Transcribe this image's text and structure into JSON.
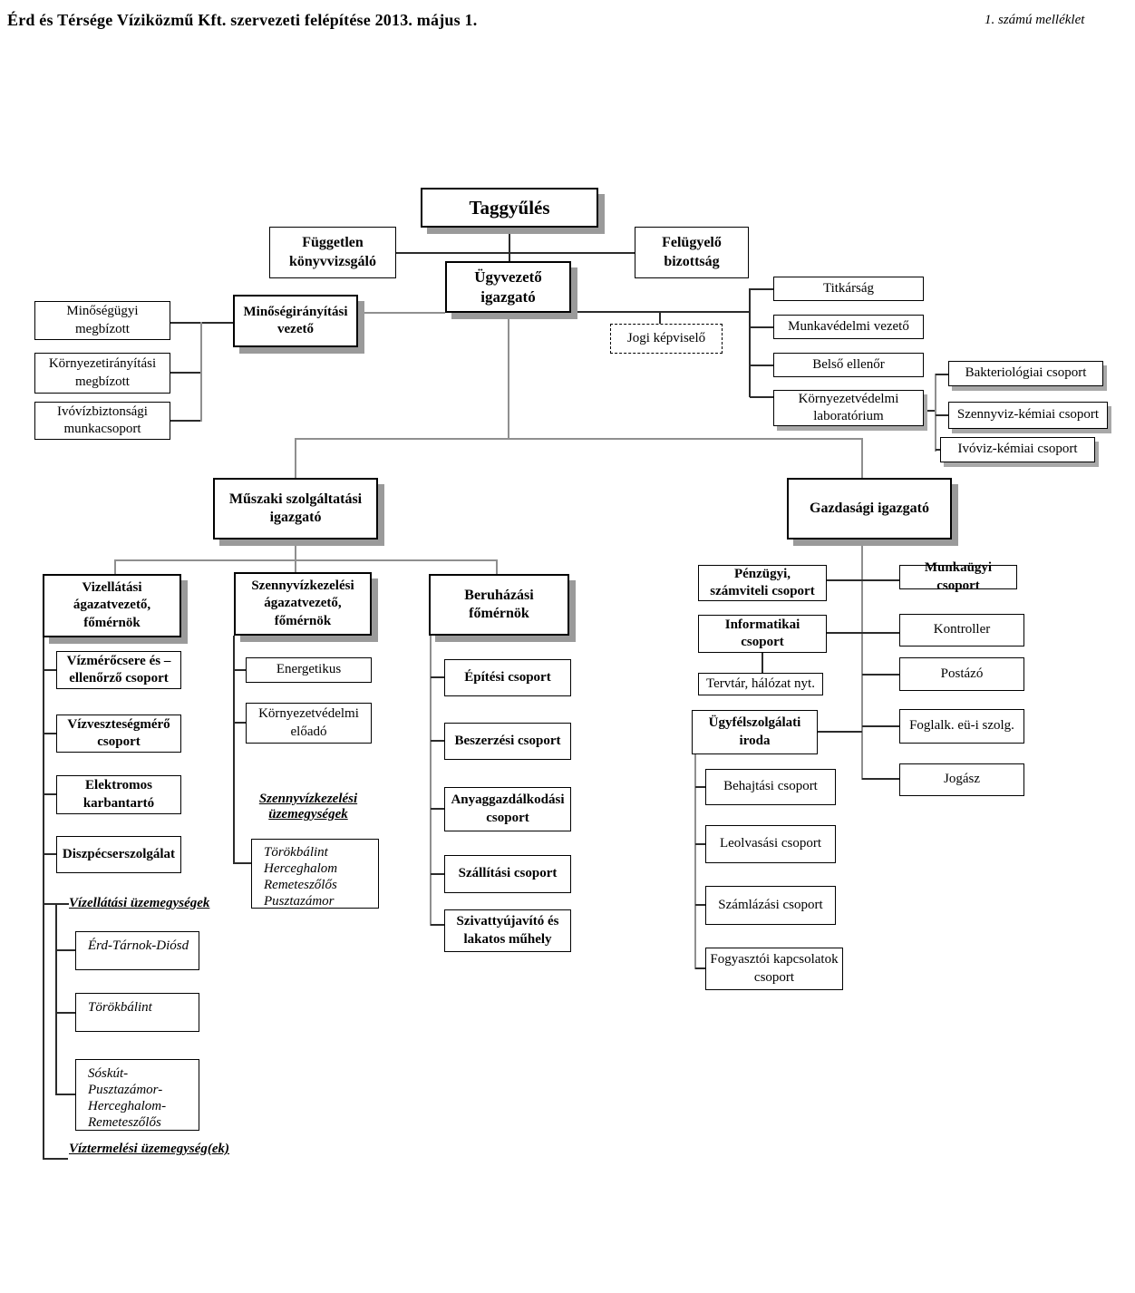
{
  "page": {
    "title": "Érd és Térsége Víziközmű Kft. szervezeti felépítése 2013. május 1.",
    "annex": "1. számú melléklet"
  },
  "colors": {
    "box_border": "#000000",
    "box_shadow": "#9a9a9a",
    "line_dark": "#2b2b2b",
    "line_gray": "#8f8f8f",
    "background": "#ffffff"
  },
  "nodes": {
    "taggyules": "Taggyűlés",
    "fuggetlen_konyvvizsgalo": "Független\nkönyvvizsgáló",
    "felugyelo_bizottsag": "Felügyelő\nbizottság",
    "ugyvezeto_igazgato": "Ügyvezető\nigazgató",
    "minosegiranyitasi_vezeto": "Minőségirányítási\nvezető",
    "minosegugyi_megbizott": "Minőségügyi\nmegbízott",
    "kornyezetiranyitasi_megbizott": "Környezetirányítási\nmegbízott",
    "ivovizbiztonsagi_munkacsoport": "Ivóvízbiztonsági\nmunkacsoport",
    "jogi_kepviselo": "Jogi képviselő",
    "titkarsag": "Titkárság",
    "munkavedelmi_vezeto": "Munkavédelmi vezető",
    "belso_ellenor": "Belső ellenőr",
    "kornyezetvedelmi_laboratorium": "Környezetvédelmi\nlaboratórium",
    "bakteriologiai_csoport": "Bakteriológiai csoport",
    "szennyviz_kemiai_csoport": "Szennyviz-kémiai csoport",
    "ivoviz_kemiai_csoport": "Ivóviz-kémiai csoport",
    "muszaki_igazgato": "Műszaki szolgáltatási\nigazgató",
    "gazdasagi_igazgato": "Gazdasági igazgató",
    "vizellatasi_fomernok": "Vizellátási\nágazatvezető,\nfőmérnök",
    "vizmerocsere_csoport": "Vízmérőcsere és –\nellenőrző csoport",
    "vizvesztesegmero_csoport": "Vízveszteségmérő\ncsoport",
    "elektromos_karbantarto": "Elektromos\nkarbantartó",
    "diszpecserszolgalat": "Diszpécserszolgálat",
    "vizellatasi_uzemegysegek": "Vízellátási üzemegységek",
    "erd_tarnok_diosd": "Érd-Tárnok-Diósd",
    "torokbalint_vizellatasi": "Törökbálint",
    "soskut_egyseg": "Sóskút-\nPusztazámor-\nHerceghalom-\nRemeteszőlős",
    "viztermelesi_uzemegysegek": "Víztermelési üzemegység(ek)",
    "szennyvizkezelesi_fomernok": "Szennyvízkezelési\nágazatvezető,\nfőmérnök",
    "energetikus": "Energetikus",
    "kornyezetvedelmi_eloado": "Környezetvédelmi\nelőadó",
    "szennyvizkezelesi_uzemegysegek": "Szennyvízkezelési\nüzemegységek",
    "szennyviz_telepek": "Törökbálint\nHerceghalom\nRemeteszőlős\nPusztazámor",
    "beruhazasi_fomernok": "Beruházási\nfőmérnök",
    "epitesi_csoport": "Építési csoport",
    "beszerzesi_csoport": "Beszerzési csoport",
    "anyaggazdalkodasi_csoport": "Anyaggazdálkodási\ncsoport",
    "szallitasi_csoport": "Szállítási csoport",
    "szivattyujavito_muhely": "Szivattyújavító és\nlakatos műhely",
    "penzugyi_csoport": "Pénzügyi,\nszámviteli csoport",
    "informatikai_csoport": "Informatikai\ncsoport",
    "tervtar_halozat": "Tervtár, hálózat nyt.",
    "ugyfelszolgalati_iroda": "Ügyfélszolgálati\niroda",
    "behajtasi_csoport": "Behajtási csoport",
    "leolvasasi_csoport": "Leolvasási csoport",
    "szamlazasi_csoport": "Számlázási csoport",
    "fogyasztoi_kapcsolatok_csoport": "Fogyasztói kapcsolatok\ncsoport",
    "munkaugyi_csoport": "Munkaügyi csoport",
    "kontroller": "Kontroller",
    "postazo": "Postázó",
    "foglalkozas_eu_szolgalat": "Foglalk. eü-i szolg.",
    "jogasz": "Jogász"
  }
}
